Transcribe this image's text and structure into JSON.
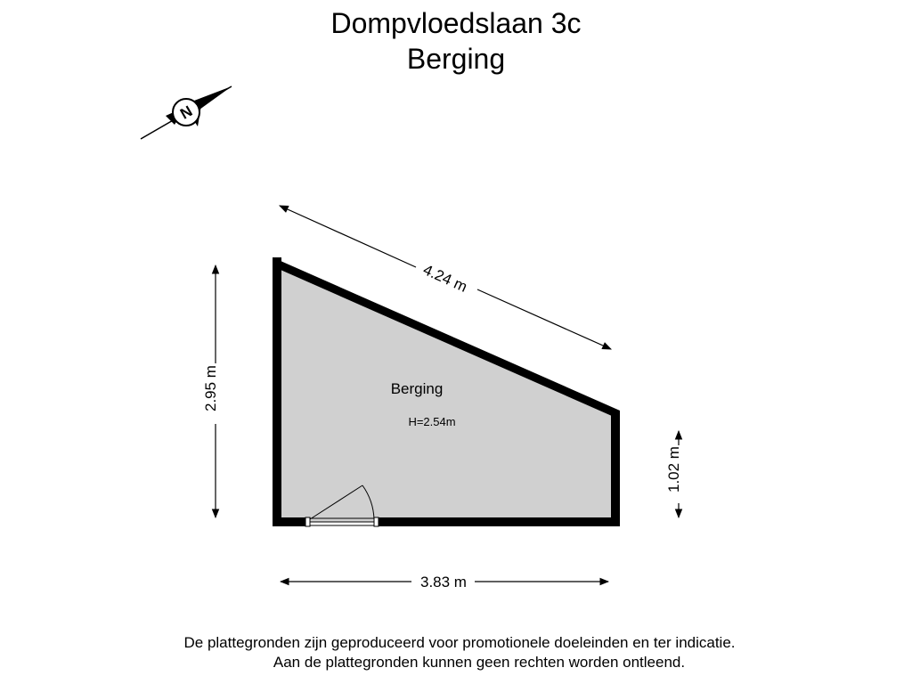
{
  "title": "Dompvloedslaan 3c",
  "subtitle": "Berging",
  "compass": {
    "label": "N"
  },
  "room": {
    "name": "Berging",
    "height": "H=2.54m",
    "fill": "#d0d0d0",
    "wall": "#000000"
  },
  "dimensions": {
    "diagonal": "4.24 m",
    "left": "2.95 m",
    "right": "1.02 m",
    "bottom": "3.83 m"
  },
  "disclaimer": {
    "line1": "De plattegronden zijn geproduceerd voor promotionele doeleinden en ter indicatie.",
    "line2": "Aan de plattegronden kunnen geen rechten worden ontleend."
  }
}
